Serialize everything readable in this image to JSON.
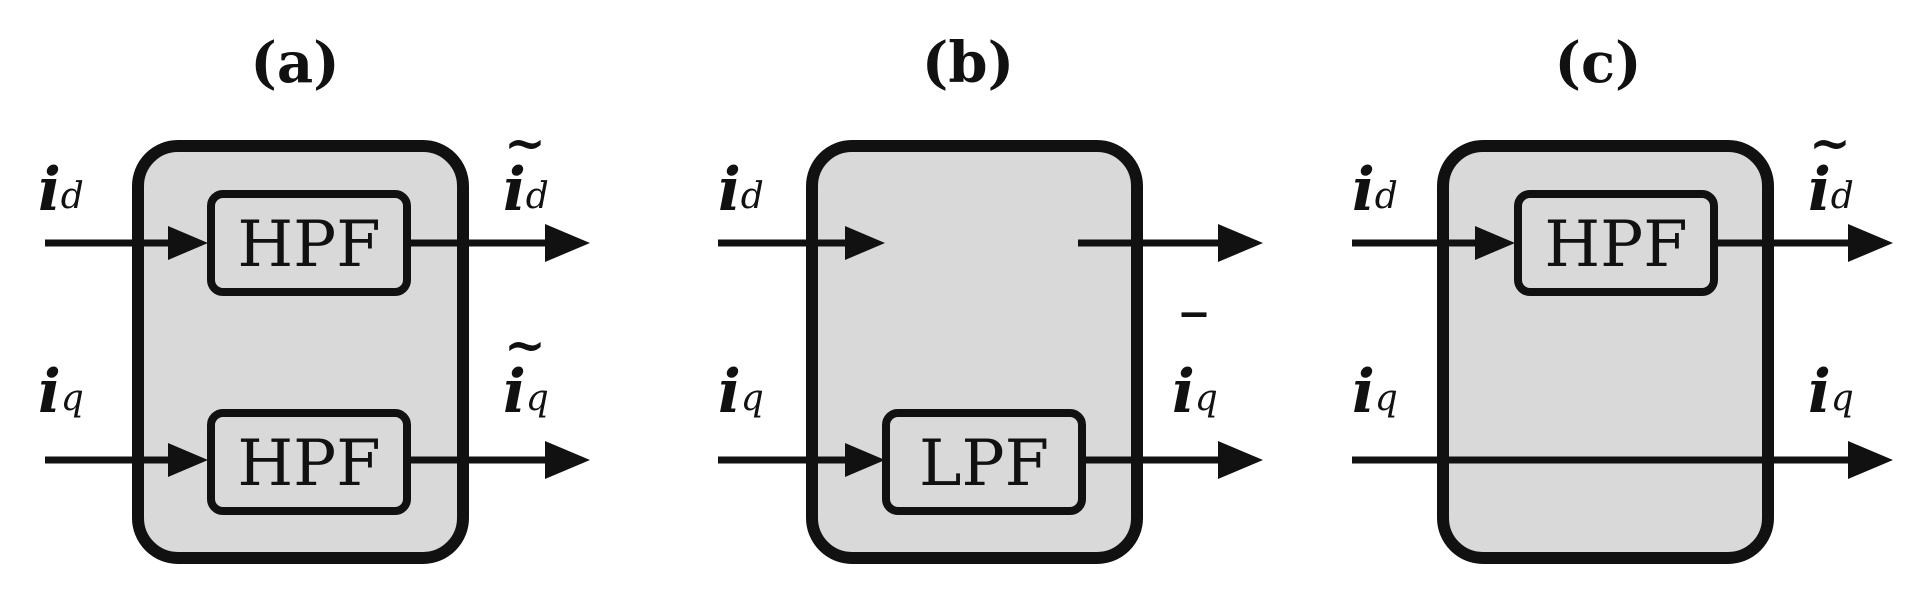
{
  "panels": [
    {
      "id": "a",
      "title": "(a)",
      "inputs": {
        "top": {
          "base": "i",
          "sub": "d"
        },
        "bottom": {
          "base": "i",
          "sub": "q"
        }
      },
      "outputs": {
        "top": {
          "base": "i",
          "sub": "d",
          "mark": "~"
        },
        "bottom": {
          "base": "i",
          "sub": "q",
          "mark": "~"
        }
      },
      "filters": {
        "top": "HPF",
        "bottom": "HPF"
      }
    },
    {
      "id": "b",
      "title": "(b)",
      "inputs": {
        "top": {
          "base": "i",
          "sub": "d"
        },
        "bottom": {
          "base": "i",
          "sub": "q"
        }
      },
      "outputs": {
        "bottom": {
          "base": "i",
          "sub": "q",
          "mark": "‾"
        }
      },
      "filters": {
        "bottom": "LPF"
      }
    },
    {
      "id": "c",
      "title": "(c)",
      "inputs": {
        "top": {
          "base": "i",
          "sub": "d"
        },
        "bottom": {
          "base": "i",
          "sub": "q"
        }
      },
      "outputs": {
        "top": {
          "base": "i",
          "sub": "d",
          "mark": "~"
        },
        "bottom": {
          "base": "i",
          "sub": "q"
        }
      },
      "filters": {
        "top": "HPF"
      }
    }
  ]
}
